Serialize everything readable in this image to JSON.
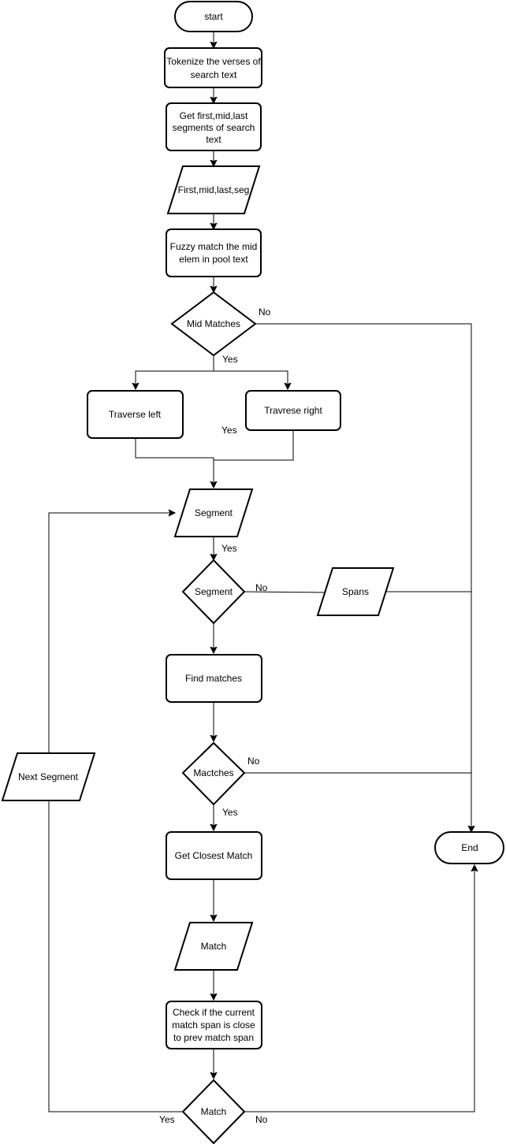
{
  "nodes": {
    "start": "start",
    "tokenize": [
      "Tokenize the verses of",
      "search text"
    ],
    "get_segments": [
      "Get first,mid,last",
      "segments of search",
      "text"
    ],
    "first_mid_last": "First,mid,last,seg",
    "fuzzy_match": [
      "Fuzzy match the mid",
      "elem in pool text"
    ],
    "mid_matches": "Mid Matches",
    "traverse_left": "Traverse left",
    "traverse_right": "Travrese right",
    "segment_io": "Segment",
    "segment_decision": "Segment",
    "spans": "Spans",
    "find_matches": "Find matches",
    "matches_decision": "Mactches",
    "get_closest": "Get Closest Match",
    "match_io": "Match",
    "check_span": [
      "Check if the current",
      "match span is close",
      "to prev match span"
    ],
    "match_decision": "Match",
    "next_segment": "Next Segment",
    "end": "End"
  },
  "edge_labels": {
    "mid_no": "No",
    "mid_yes": "Yes",
    "right_yes": "Yes",
    "segment_yes": "Yes",
    "segment_no": "No",
    "matches_no": "No",
    "matches_yes": "Yes",
    "match_yes": "Yes",
    "match_no": "No"
  },
  "colors": {
    "stroke": "#000000",
    "fill": "#ffffff"
  }
}
